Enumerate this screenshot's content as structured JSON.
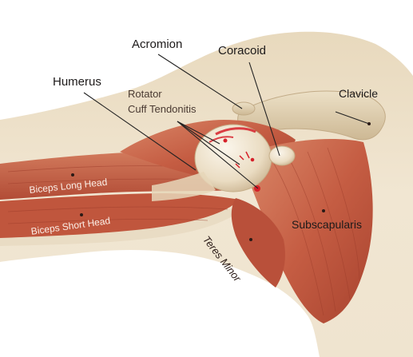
{
  "diagram": {
    "labels": {
      "acromion": "Acromion",
      "coracoid": "Coracoid",
      "humerus": "Humerus",
      "rotator_cuff_line1": "Rotator",
      "rotator_cuff_line2": "Cuff Tendonitis",
      "clavicle": "Clavicle",
      "biceps_long_head": "Biceps Long Head",
      "biceps_short_head": "Biceps Short Head",
      "subscapularis": "Subscapularis",
      "teres_minor": "Teres Minor"
    },
    "colors": {
      "skin": "#efe3cd",
      "muscle": "#c9644a",
      "bone": "#efe6d2",
      "inflammation": "#d6202a"
    }
  }
}
